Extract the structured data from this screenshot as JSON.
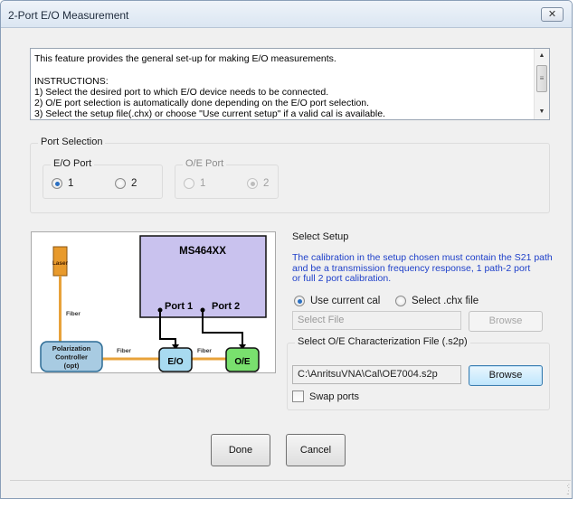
{
  "window": {
    "title": "2-Port E/O Measurement",
    "close_glyph": "✕"
  },
  "description": {
    "text": "This feature provides the general set-up for making E/O measurements.\n\nINSTRUCTIONS:\n1) Select the desired port to which E/O device needs to be connected.\n2) O/E port selection is automatically done depending on the E/O port selection.\n3) Select the setup file(.chx) or choose \"Use current setup\" if a valid cal is available."
  },
  "port_selection": {
    "title": "Port Selection",
    "eo_port": {
      "title": "E/O Port",
      "options": [
        "1",
        "2"
      ],
      "selected": "1"
    },
    "oe_port": {
      "title": "O/E Port",
      "options": [
        "1",
        "2"
      ],
      "selected": "2",
      "disabled": true
    }
  },
  "diagram": {
    "instrument": "MS464XX",
    "laser": "Laser",
    "port1": "Port 1",
    "port2": "Port 2",
    "fiber_vertical": "Fiber",
    "fiber_left": "Fiber",
    "fiber_right": "Fiber",
    "polarization_line1": "Polarization",
    "polarization_line2": "Controller",
    "polarization_line3": "(opt)",
    "eo": "E/O",
    "oe": "O/E",
    "colors": {
      "laser": "#e89a2c",
      "fiber": "#e8a23a",
      "instrument": "#c9c2ee",
      "polarization": "#a8cbe2",
      "eo": "#a8daf0",
      "oe": "#79e06e"
    }
  },
  "select_setup": {
    "title": "Select Setup",
    "note": "The calibration in the setup chosen must contain the S21 path\nand be a transmission frequency response, 1 path-2 port\nor full 2 port calibration.",
    "option_current": "Use current cal",
    "option_chx": "Select .chx file",
    "selected": "Use current cal",
    "file_placeholder": "Select File",
    "browse_label": "Browse"
  },
  "oe_characterization": {
    "title": "Select O/E Characterization File (.s2p)",
    "file_path": "C:\\AnritsuVNA\\Cal\\OE7004.s2p",
    "browse_label": "Browse",
    "swap_label": "Swap ports",
    "swap_checked": false
  },
  "buttons": {
    "done": "Done",
    "cancel": "Cancel"
  }
}
